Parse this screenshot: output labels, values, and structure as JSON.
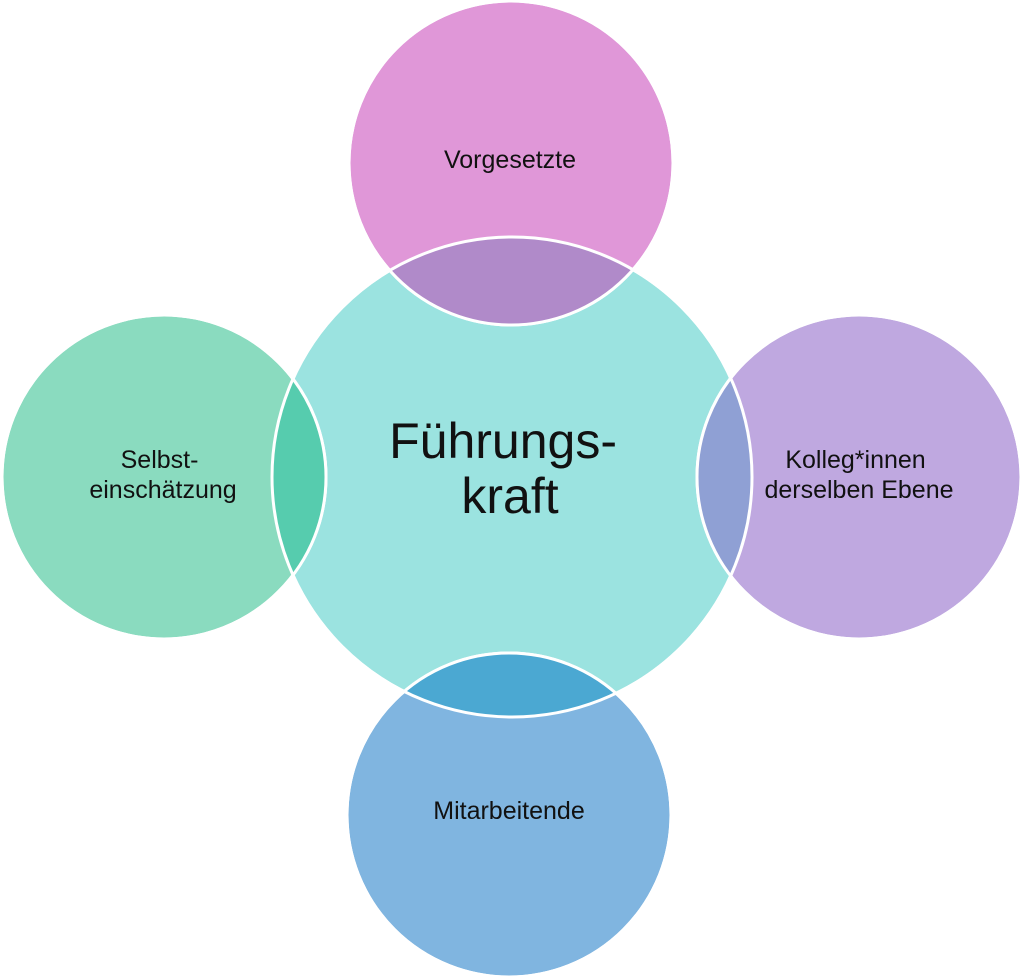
{
  "diagram": {
    "center": {
      "lines": [
        "Führungs-",
        "kraft"
      ],
      "color": "#9be3e0"
    },
    "nodes": [
      {
        "id": "top",
        "lines": [
          "Vorgesetzte"
        ],
        "color": "#e097d8",
        "overlap_color": "#b08ac9"
      },
      {
        "id": "right",
        "lines": [
          "Kolleg*innen",
          "derselben Ebene"
        ],
        "color": "#bfa8e0",
        "overlap_color": "#8fa0d4"
      },
      {
        "id": "bottom",
        "lines": [
          "Mitarbeitende"
        ],
        "color": "#80b5e0",
        "overlap_color": "#4ba8d2"
      },
      {
        "id": "left",
        "lines": [
          "Selbst-",
          "einschätzung"
        ],
        "color": "#8adbbf",
        "overlap_color": "#56ccae"
      }
    ]
  }
}
